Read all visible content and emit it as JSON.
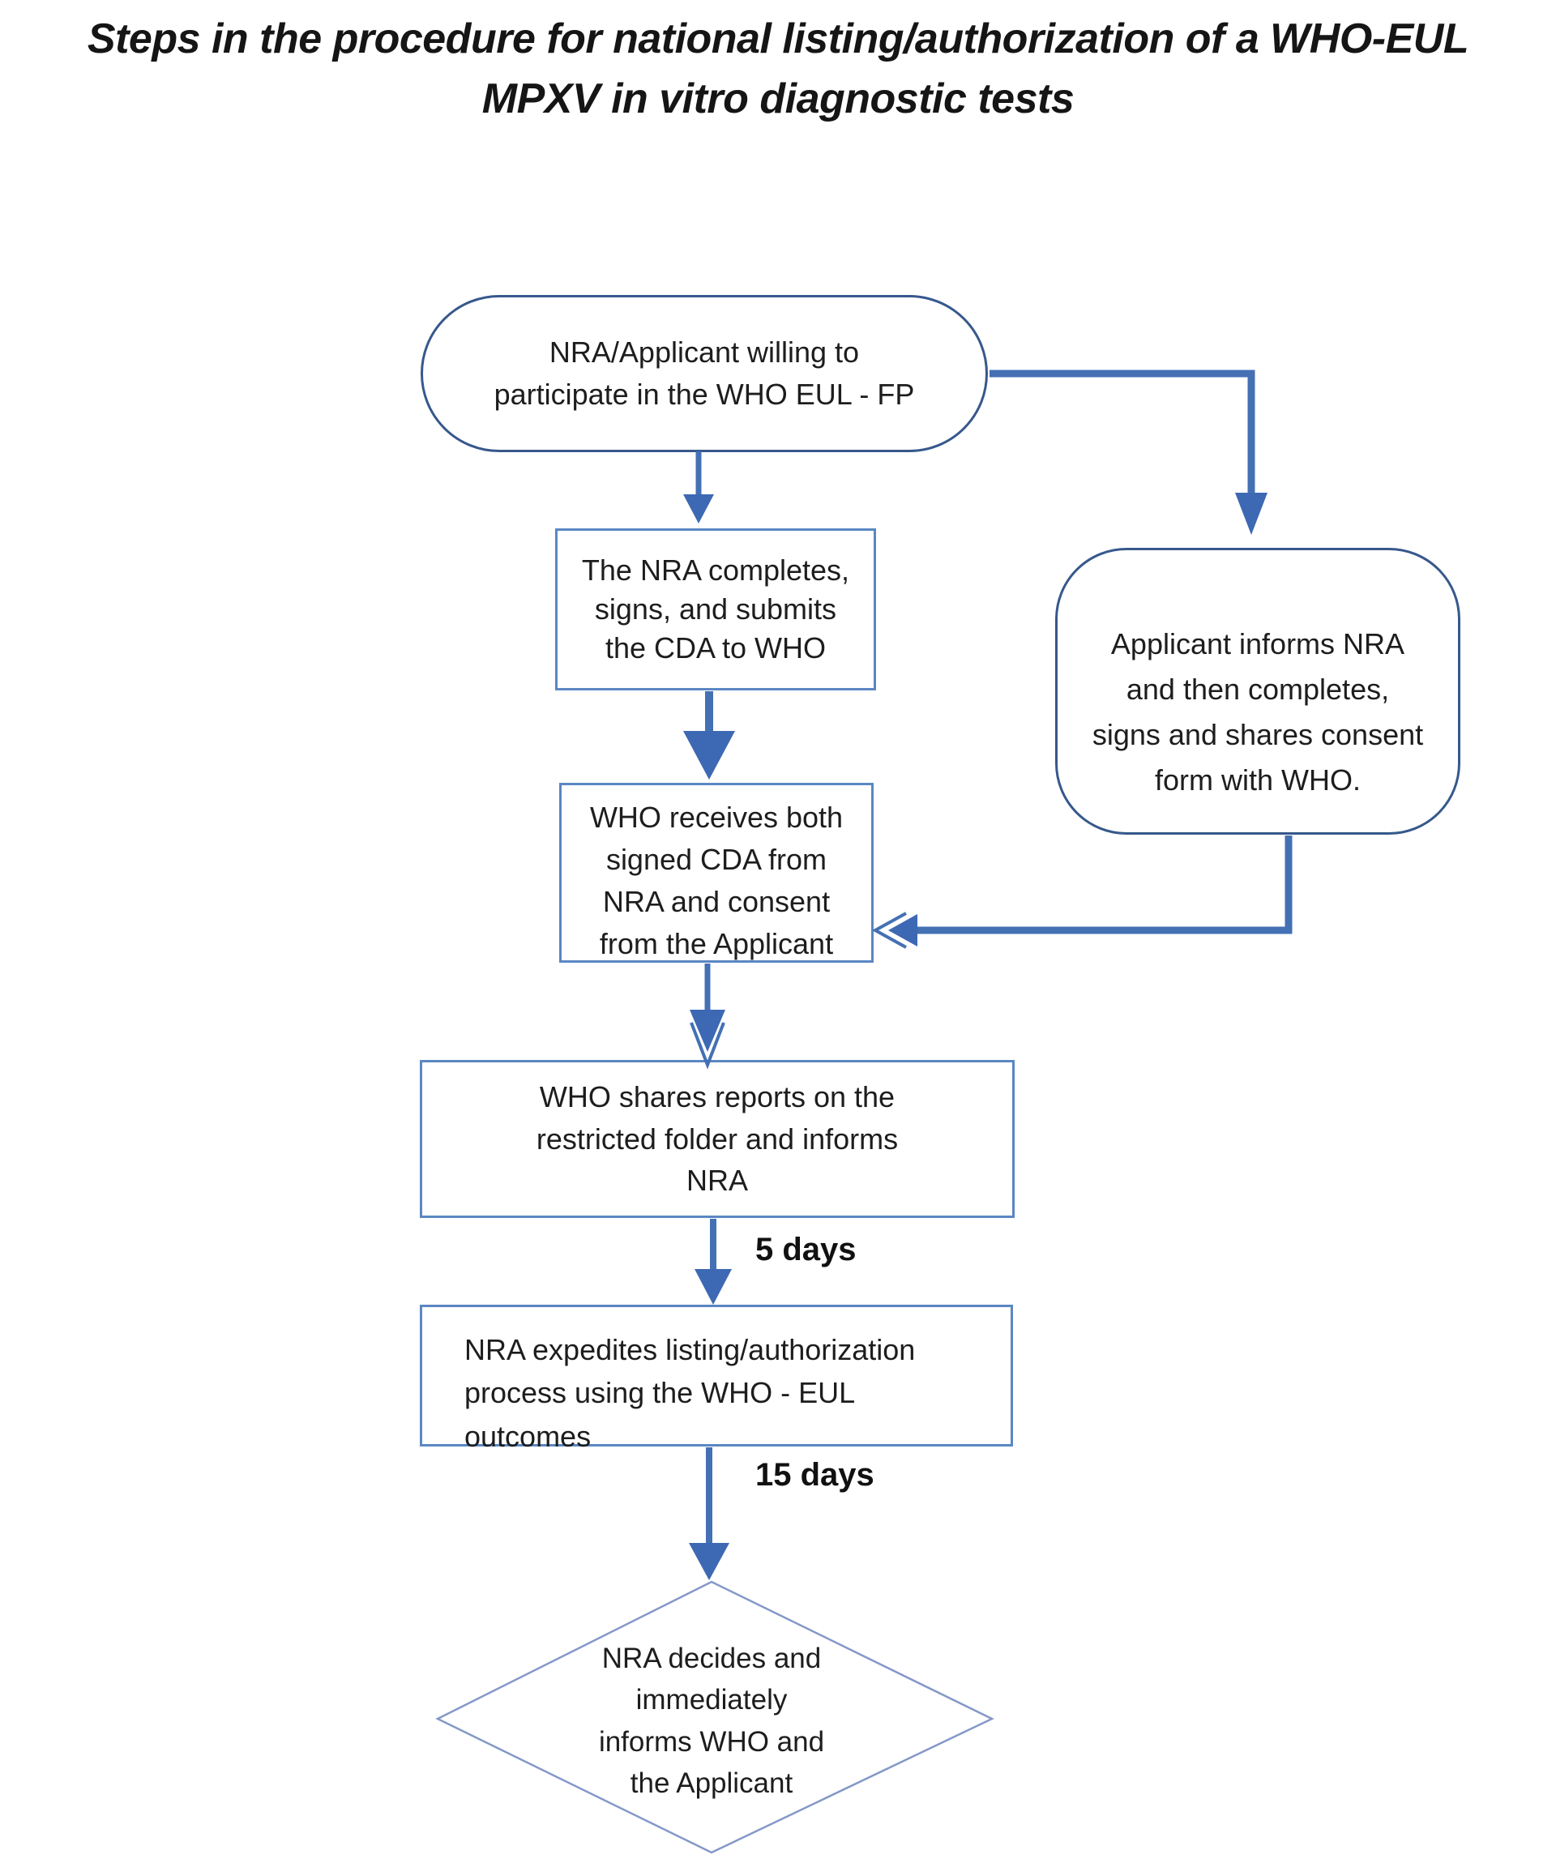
{
  "title": {
    "text": "Steps in the procedure for national listing/authorization of a WHO-EUL\nMPXV in vitro diagnostic tests"
  },
  "nodes": {
    "start": {
      "shape": "terminator",
      "text": "NRA/Applicant willing to\nparticipate in the WHO EUL - FP"
    },
    "nra_cda": {
      "shape": "process",
      "text": "The NRA completes,\nsigns, and submits\nthe CDA to WHO"
    },
    "applicant_consent": {
      "shape": "terminator",
      "text": "Applicant informs NRA\nand then completes,\nsigns and shares consent\nform with WHO."
    },
    "who_receives": {
      "shape": "process",
      "text": "WHO receives both\nsigned CDA from\nNRA and consent\nfrom the Applicant"
    },
    "who_shares": {
      "shape": "process",
      "text": "WHO shares reports on the\nrestricted folder and informs\nNRA"
    },
    "nra_expedites": {
      "shape": "process",
      "text": "NRA expedites listing/authorization\nprocess using the WHO - EUL\noutcomes"
    },
    "nra_decides": {
      "shape": "decision",
      "text": "NRA decides and\nimmediately\ninforms WHO and\nthe Applicant"
    }
  },
  "labels": {
    "five_days": "5 days",
    "fifteen_days": "15 days"
  },
  "edges": [
    {
      "from": "start",
      "to": "nra_cda",
      "label": ""
    },
    {
      "from": "start",
      "to": "applicant_consent",
      "label": ""
    },
    {
      "from": "nra_cda",
      "to": "who_receives",
      "label": ""
    },
    {
      "from": "applicant_consent",
      "to": "who_receives",
      "label": ""
    },
    {
      "from": "who_receives",
      "to": "who_shares",
      "label": ""
    },
    {
      "from": "who_shares",
      "to": "nra_expedites",
      "label": "5 days"
    },
    {
      "from": "nra_expedites",
      "to": "nra_decides",
      "label": "15 days"
    }
  ],
  "colors": {
    "connector": "#4470b4",
    "arrowhead": "#3d68b3",
    "process_border": "#5b87c3",
    "terminator_border": "#36588c",
    "decision_border": "#8498c8",
    "shape_fill": "#ffffff",
    "text": "#1d1d1d",
    "background": "#ffffff"
  }
}
